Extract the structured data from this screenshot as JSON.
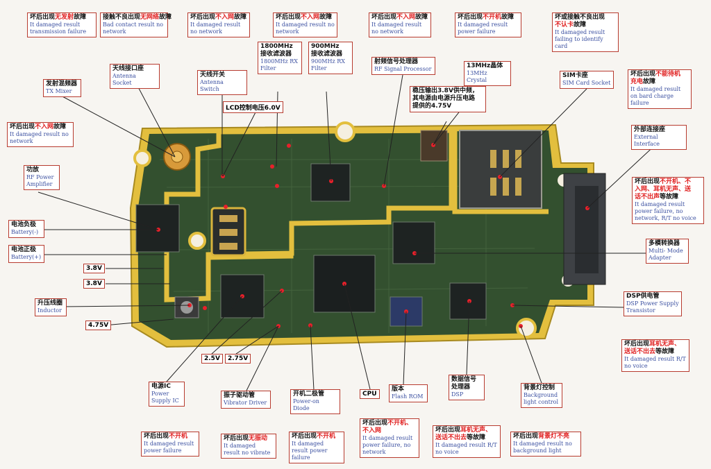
{
  "labels": {
    "tx_fail": {
      "zh_a": "坏后出现",
      "zh_b": "无发射",
      "zh_c": "故障",
      "en": "It damaged result transmission failure"
    },
    "no_net1": {
      "zh_a": "接触不良出现",
      "zh_b": "无网络",
      "zh_c": "故障",
      "en": "Bad contact result no network"
    },
    "no_net2": {
      "zh_a": "坏后出现",
      "zh_b": "不入网",
      "zh_c": "故障",
      "en": "It damaged result no network"
    },
    "no_net3": {
      "zh_a": "坏后出现",
      "zh_b": "不入网",
      "zh_c": "故障",
      "en": "It damaged result no network"
    },
    "no_net4": {
      "zh_a": "坏后出现",
      "zh_b": "不入网",
      "zh_c": "故障",
      "en": "It damaged result no network"
    },
    "no_power1": {
      "zh_a": "坏后出现",
      "zh_b": "不开机",
      "zh_c": "故障",
      "en": "It damaged result power failure"
    },
    "sim_fail": {
      "zh_a": "坏或接触不良出现",
      "zh_b": "不认卡",
      "zh_c": "故障",
      "en": "It damaged result failing to identify card"
    },
    "tx_mixer": {
      "zh": "发射混频器",
      "en": "TX Mixer"
    },
    "antenna_socket": {
      "zh": "天线接口座",
      "en": "Antenna Socket"
    },
    "antenna_switch": {
      "zh": "天线开关",
      "en": "Antenna Switch"
    },
    "rx1800": {
      "zh": "1800MHz\n接收滤波器",
      "en": "1800MHz RX Filter"
    },
    "rx900": {
      "zh": "900MHz\n接收滤波器",
      "en": "900MHz RX Filter"
    },
    "rf_proc": {
      "zh": "射频信号处理器",
      "en": "RF Signal Processor"
    },
    "crystal": {
      "zh": "13MHz晶体",
      "en": "13MHz Crystal"
    },
    "sim_socket": {
      "zh": "SIM卡座",
      "en": "SIM Card Socket"
    },
    "charge_fail": {
      "zh_a": "坏后出现",
      "zh_b": "不能待机\n充电",
      "zh_c": "故障",
      "en": "It damaged result on bard charge failure"
    },
    "ext_iface": {
      "zh": "外部连接座",
      "en": "External Interface"
    },
    "lcd_voltage": "LCD控制电压6.0V",
    "regulator_note": "稳压输出3.8V供中频，\n其电源由电源升压电路\n提供的4.75V",
    "no_net5": {
      "zh_a": "坏后出现",
      "zh_b": "不入网",
      "zh_c": "故障",
      "en": "It damaged result no network"
    },
    "pa": {
      "zh": "功放",
      "en": "RF Power Amplifier"
    },
    "bat_neg": {
      "zh": "电池负极",
      "en": "Battery(-)"
    },
    "bat_pos": {
      "zh": "电池正极",
      "en": "Battery(+)"
    },
    "multi_fail": {
      "zh_a": "坏后出现",
      "zh_b": "不开机、不\n入网、耳机无声、送\n话不出声",
      "zh_c": "等故障",
      "en": "It damaged result power failure, no network, R/T no voice"
    },
    "multimode": {
      "zh": "多模转换器",
      "en": "Multi- Mode Adapter"
    },
    "v38a": "3.8V",
    "v38b": "3.8V",
    "inductor": {
      "zh": "升压线圈",
      "en": "Inductor"
    },
    "v475": "4.75V",
    "dsp_power": {
      "zh": "DSP供电管",
      "en": "DSP Power Supply Transistor"
    },
    "rt_fail": {
      "zh_a": "坏后出现",
      "zh_b": "耳机无声、\n送话不出去",
      "zh_c": "等故障",
      "en": "It damaged result R/T no voice"
    },
    "v25": "2.5V",
    "v275": "2.75V",
    "power_ic": {
      "zh": "电源IC",
      "en": "Power Supply IC"
    },
    "vibrator": {
      "zh": "振子驱动管",
      "en": "Vibrator Driver"
    },
    "pwr_diode": {
      "zh": "开机二极管",
      "en": "Power-on Diode"
    },
    "cpu": "CPU",
    "flash": {
      "zh": "版本",
      "en": "Flash ROM"
    },
    "dsp": {
      "zh": "数据信号\n处理器",
      "en": "DSP"
    },
    "backlight": {
      "zh": "背景灯控制",
      "en": "Background light control"
    },
    "pf1": {
      "zh_a": "坏后出现",
      "zh_b": "不开机",
      "zh_c": "",
      "en": "It damaged result power failure"
    },
    "vib_fail": {
      "zh_a": "坏后出现",
      "zh_b": "无振动",
      "zh_c": "",
      "en": "It damaged result no vibrate"
    },
    "pf2": {
      "zh_a": "坏后出现",
      "zh_b": "不开机",
      "zh_c": "",
      "en": "It damaged result power failure"
    },
    "cpu_fail": {
      "zh_a": "坏后出现",
      "zh_b": "不开机、\n不入网",
      "zh_c": "",
      "en": "It damaged result power failure, no network"
    },
    "dsp_fail": {
      "zh_a": "坏后出现",
      "zh_b": "耳机无声、\n送话不出去",
      "zh_c": "等故障",
      "en": "It damaged result R/T no voice"
    },
    "bl_fail": {
      "zh_a": "坏后出现",
      "zh_b": "背景灯不亮",
      "zh_c": "",
      "en": "It damaged result no background light"
    }
  },
  "colors": {
    "board": "#2e4a2c",
    "trace": "#e8c44a",
    "label_border": "#b73a2e",
    "accent_red": "#e02020",
    "en_text": "#3a4fa0"
  }
}
